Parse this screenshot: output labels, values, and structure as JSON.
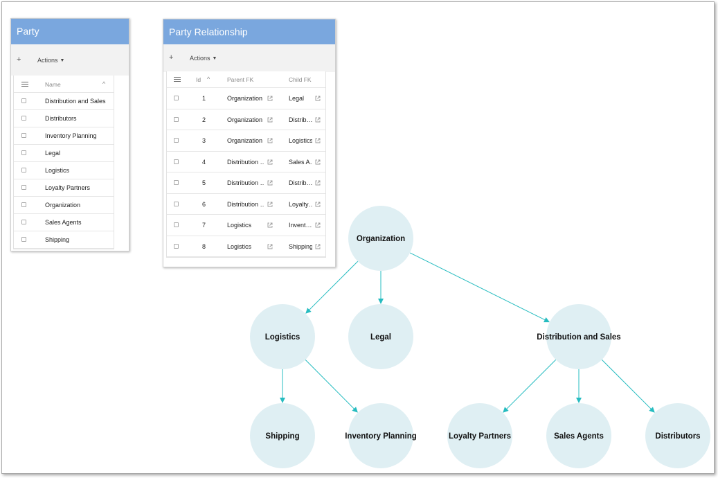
{
  "party_panel": {
    "title": "Party",
    "toolbar": {
      "add_label": "+",
      "actions_label": "Actions"
    },
    "columns": {
      "name": "Name"
    },
    "rows": [
      "Distribution and Sales",
      "Distributors",
      "Inventory Planning",
      "Legal",
      "Logistics",
      "Loyalty Partners",
      "Organization",
      "Sales Agents",
      "Shipping"
    ]
  },
  "relationship_panel": {
    "title": "Party Relationship",
    "toolbar": {
      "add_label": "+",
      "actions_label": "Actions"
    },
    "columns": {
      "id": "Id",
      "parent": "Parent FK",
      "child": "Child FK"
    },
    "rows": [
      {
        "id": "1",
        "parent": "Organization",
        "child": "Legal"
      },
      {
        "id": "2",
        "parent": "Organization",
        "child": "Distrib…"
      },
      {
        "id": "3",
        "parent": "Organization",
        "child": "Logistics"
      },
      {
        "id": "4",
        "parent": "Distribution …",
        "child": "Sales A…"
      },
      {
        "id": "5",
        "parent": "Distribution …",
        "child": "Distrib…"
      },
      {
        "id": "6",
        "parent": "Distribution …",
        "child": "Loyalty…"
      },
      {
        "id": "7",
        "parent": "Logistics",
        "child": "Invent…"
      },
      {
        "id": "8",
        "parent": "Logistics",
        "child": "Shipping"
      }
    ]
  },
  "graph": {
    "node_fill": "#dfeff3",
    "edge_color": "#26bcc0",
    "nodes": [
      {
        "id": "org",
        "label": "Organization"
      },
      {
        "id": "log",
        "label": "Logistics"
      },
      {
        "id": "leg",
        "label": "Legal"
      },
      {
        "id": "dis",
        "label": "Distribution and Sales"
      },
      {
        "id": "shp",
        "label": "Shipping"
      },
      {
        "id": "inv",
        "label": "Inventory Planning"
      },
      {
        "id": "loy",
        "label": "Loyalty Partners"
      },
      {
        "id": "sal",
        "label": "Sales Agents"
      },
      {
        "id": "dst",
        "label": "Distributors"
      }
    ],
    "edges": [
      [
        "org",
        "log"
      ],
      [
        "org",
        "leg"
      ],
      [
        "org",
        "dis"
      ],
      [
        "log",
        "shp"
      ],
      [
        "log",
        "inv"
      ],
      [
        "dis",
        "loy"
      ],
      [
        "dis",
        "sal"
      ],
      [
        "dis",
        "dst"
      ]
    ]
  }
}
